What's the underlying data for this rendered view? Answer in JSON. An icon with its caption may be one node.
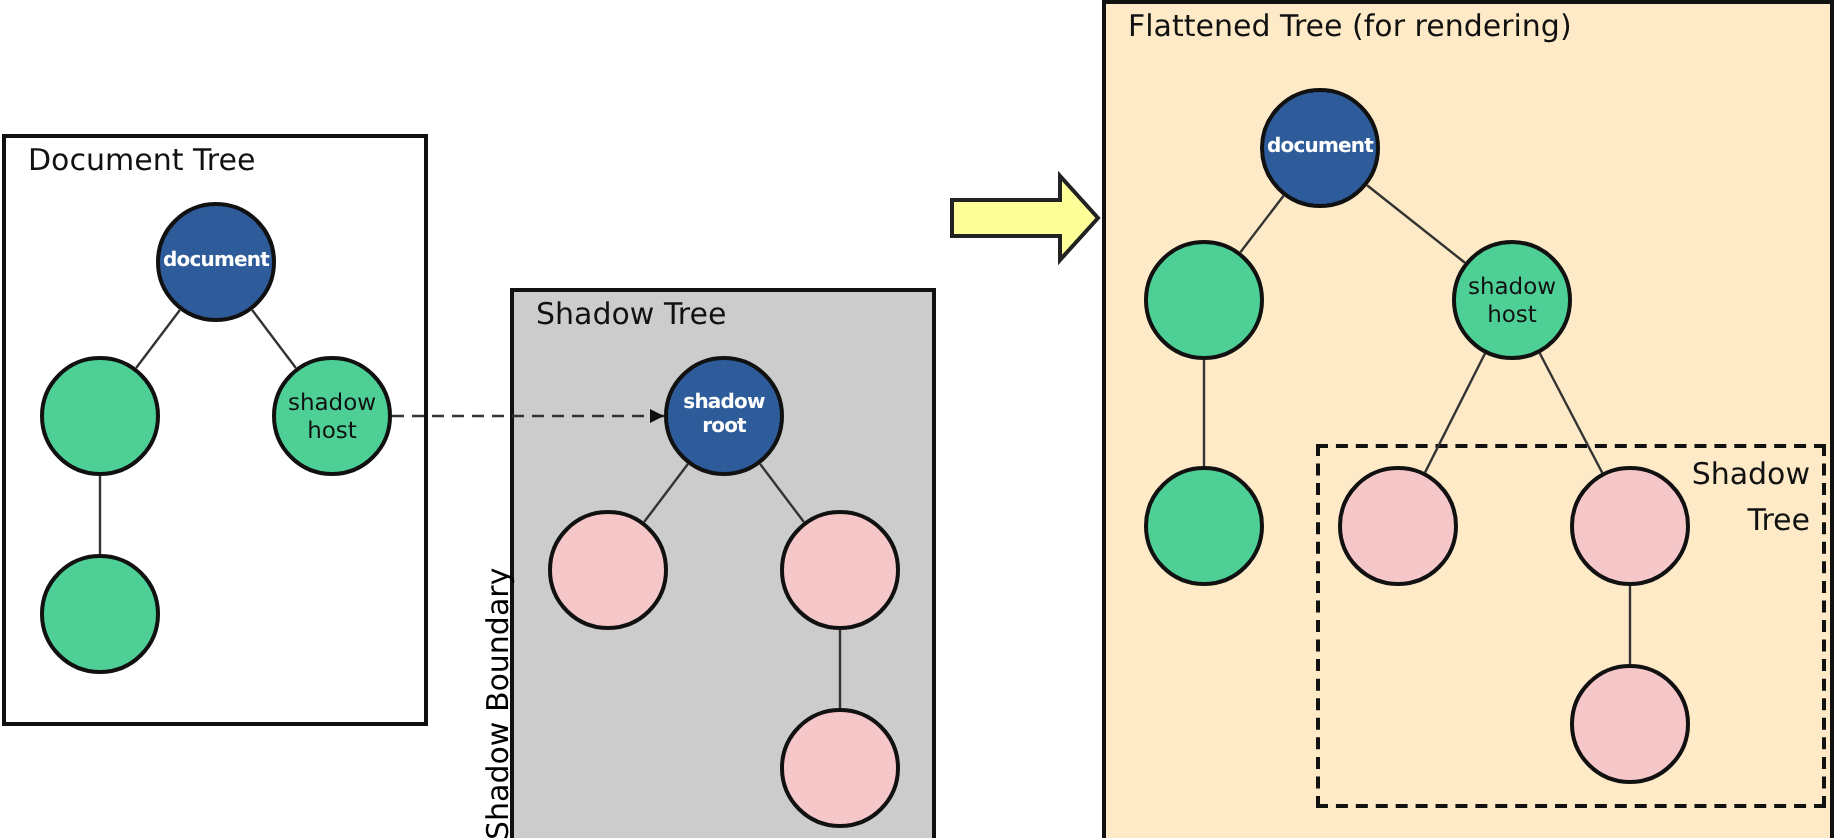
{
  "diagram": {
    "nodes": [
      {
        "text": [
          "Document Tree"
        ]
      },
      {
        "text": [
          "document"
        ],
        "in": 0
      },
      {
        "text": [],
        "shape": "circle",
        "in": 0
      },
      {
        "text": [
          "shadow host"
        ],
        "in": 0
      },
      {
        "text": [],
        "shape": "circle",
        "in": 0
      },
      {
        "text": [
          "Shadow Tree"
        ]
      },
      {
        "text": [
          "shadow root"
        ],
        "in": 5
      },
      {
        "text": [],
        "shape": "circle",
        "in": 5
      },
      {
        "text": [],
        "shape": "circle",
        "in": 5
      },
      {
        "text": [],
        "shape": "circle",
        "in": 5
      },
      {
        "text": [
          "Flattened Tree (for rendering)"
        ]
      },
      {
        "text": [
          "document"
        ],
        "in": 10
      },
      {
        "text": [],
        "shape": "circle",
        "in": 10
      },
      {
        "text": [
          "shadow host"
        ],
        "in": 10
      },
      {
        "text": [],
        "shape": "circle",
        "in": 10
      },
      {
        "text": [
          "Shadow Tree"
        ],
        "in": 10
      },
      {
        "text": [],
        "shape": "circle",
        "in": 15
      },
      {
        "text": [],
        "shape": "circle",
        "in": 15
      },
      {
        "text": [],
        "shape": "circle",
        "in": 15
      }
    ],
    "edges": [
      {
        "from": 1,
        "to": 2,
        "arrow": "none"
      },
      {
        "from": 1,
        "to": 3,
        "arrow": "none"
      },
      {
        "from": 2,
        "to": 4,
        "arrow": "none"
      },
      {
        "from": 3,
        "to": 6,
        "arrow": "to",
        "style": "dashed"
      },
      {
        "from": 6,
        "to": 7,
        "arrow": "none"
      },
      {
        "from": 6,
        "to": 8,
        "arrow": "none"
      },
      {
        "from": 8,
        "to": 9,
        "arrow": "none"
      },
      {
        "from": null,
        "to": 10,
        "arrow": "to",
        "style": "thick",
        "color": "#ffff99"
      },
      {
        "from": 11,
        "to": 12,
        "arrow": "none"
      },
      {
        "from": 11,
        "to": 13,
        "arrow": "none"
      },
      {
        "from": 12,
        "to": 14,
        "arrow": "none"
      },
      {
        "from": 13,
        "to": 16,
        "arrow": "none"
      },
      {
        "from": 13,
        "to": 17,
        "arrow": "none"
      },
      {
        "from": 17,
        "to": 18,
        "arrow": "none"
      }
    ],
    "labels": [
      "Shadow Boundary"
    ]
  }
}
